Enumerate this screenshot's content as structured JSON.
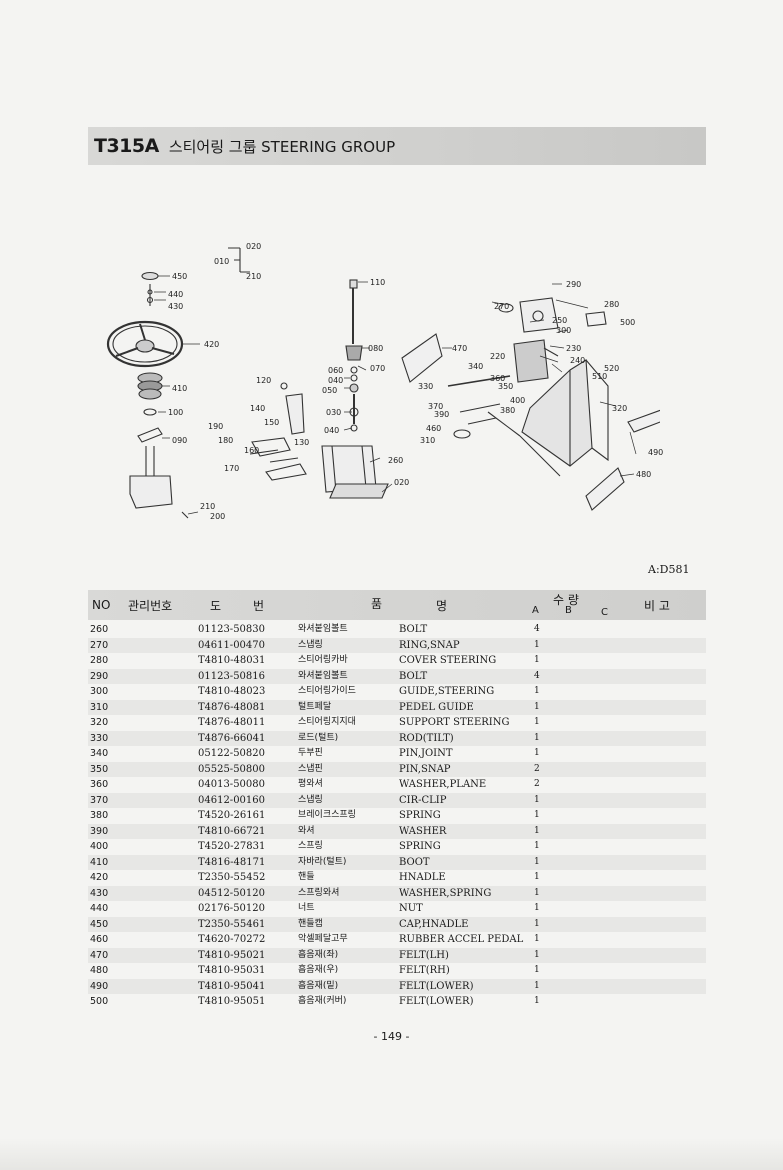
{
  "title": {
    "code": "T315A",
    "text": "스티어링 그룹  STEERING GROUP"
  },
  "diagram": {
    "callouts": [
      "010",
      "020",
      "210",
      "450",
      "440",
      "430",
      "420",
      "410",
      "100",
      "090",
      "210",
      "200",
      "110",
      "080",
      "060",
      "070",
      "040",
      "050",
      "030",
      "040",
      "120",
      "140",
      "150",
      "130",
      "190",
      "180",
      "160",
      "170",
      "260",
      "020",
      "290",
      "270",
      "280",
      "250",
      "500",
      "300",
      "230",
      "470",
      "220",
      "240",
      "520",
      "510",
      "340",
      "330",
      "360",
      "350",
      "400",
      "380",
      "370",
      "390",
      "320",
      "460",
      "310",
      "490",
      "480"
    ]
  },
  "drawing_ref": "A:D581",
  "table": {
    "headers": {
      "no": "NO",
      "mgmt": "관리번호",
      "part_a": "도",
      "part_b": "번",
      "name_a": "품",
      "name_b": "명",
      "qty": "수 량",
      "col_a": "A",
      "col_b": "B",
      "col_c": "C",
      "remarks": "비 고"
    },
    "rows": [
      {
        "no": "260",
        "part": "01123-50830",
        "kor": "와셔붙임볼트",
        "eng": "BOLT",
        "qty": "4"
      },
      {
        "no": "270",
        "part": "04611-00470",
        "kor": "스냅링",
        "eng": "RING,SNAP",
        "qty": "1"
      },
      {
        "no": "280",
        "part": "T4810-48031",
        "kor": "스티어링카바",
        "eng": "COVER STEERING",
        "qty": "1"
      },
      {
        "no": "290",
        "part": "01123-50816",
        "kor": "와셔붙임볼트",
        "eng": "BOLT",
        "qty": "4"
      },
      {
        "no": "300",
        "part": "T4810-48023",
        "kor": "스티어링가이드",
        "eng": "GUIDE,STEERING",
        "qty": "1"
      },
      {
        "no": "310",
        "part": "T4876-48081",
        "kor": "털트페달",
        "eng": "PEDEL GUIDE",
        "qty": "1"
      },
      {
        "no": "320",
        "part": "T4876-48011",
        "kor": "스티어링지지대",
        "eng": "SUPPORT STEERING",
        "qty": "1"
      },
      {
        "no": "330",
        "part": "T4876-66041",
        "kor": "로드(털트)",
        "eng": "ROD(TILT)",
        "qty": "1"
      },
      {
        "no": "340",
        "part": "05122-50820",
        "kor": "두부핀",
        "eng": "PIN,JOINT",
        "qty": "1"
      },
      {
        "no": "350",
        "part": "05525-50800",
        "kor": "스냅핀",
        "eng": "PIN,SNAP",
        "qty": "2"
      },
      {
        "no": "360",
        "part": "04013-50080",
        "kor": "평와셔",
        "eng": "WASHER,PLANE",
        "qty": "2"
      },
      {
        "no": "370",
        "part": "04612-00160",
        "kor": "스냅링",
        "eng": "CIR-CLIP",
        "qty": "1"
      },
      {
        "no": "380",
        "part": "T4520-26161",
        "kor": "브레이크스프링",
        "eng": "SPRING",
        "qty": "1"
      },
      {
        "no": "390",
        "part": "T4810-66721",
        "kor": "와셔",
        "eng": "WASHER",
        "qty": "1"
      },
      {
        "no": "400",
        "part": "T4520-27831",
        "kor": "스프링",
        "eng": "SPRING",
        "qty": "1"
      },
      {
        "no": "410",
        "part": "T4816-48171",
        "kor": "자바라(털트)",
        "eng": "BOOT",
        "qty": "1"
      },
      {
        "no": "420",
        "part": "T2350-55452",
        "kor": "핸들",
        "eng": "HNADLE",
        "qty": "1"
      },
      {
        "no": "430",
        "part": "04512-50120",
        "kor": "스프링와셔",
        "eng": "WASHER,SPRING",
        "qty": "1"
      },
      {
        "no": "440",
        "part": "02176-50120",
        "kor": "너트",
        "eng": "NUT",
        "qty": "1"
      },
      {
        "no": "450",
        "part": "T2350-55461",
        "kor": "핸들캡",
        "eng": "CAP,HNADLE",
        "qty": "1"
      },
      {
        "no": "460",
        "part": "T4620-70272",
        "kor": "악셀페달고무",
        "eng": "RUBBER ACCEL PEDAL",
        "qty": "1"
      },
      {
        "no": "470",
        "part": "T4810-95021",
        "kor": "흡음재(좌)",
        "eng": "FELT(LH)",
        "qty": "1"
      },
      {
        "no": "480",
        "part": "T4810-95031",
        "kor": "흡음재(우)",
        "eng": "FELT(RH)",
        "qty": "1"
      },
      {
        "no": "490",
        "part": "T4810-95041",
        "kor": "흡음재(밑)",
        "eng": "FELT(LOWER)",
        "qty": "1"
      },
      {
        "no": "500",
        "part": "T4810-95051",
        "kor": "흡음재(커버)",
        "eng": "FELT(LOWER)",
        "qty": "1"
      }
    ]
  },
  "page_number": "- 149 -"
}
